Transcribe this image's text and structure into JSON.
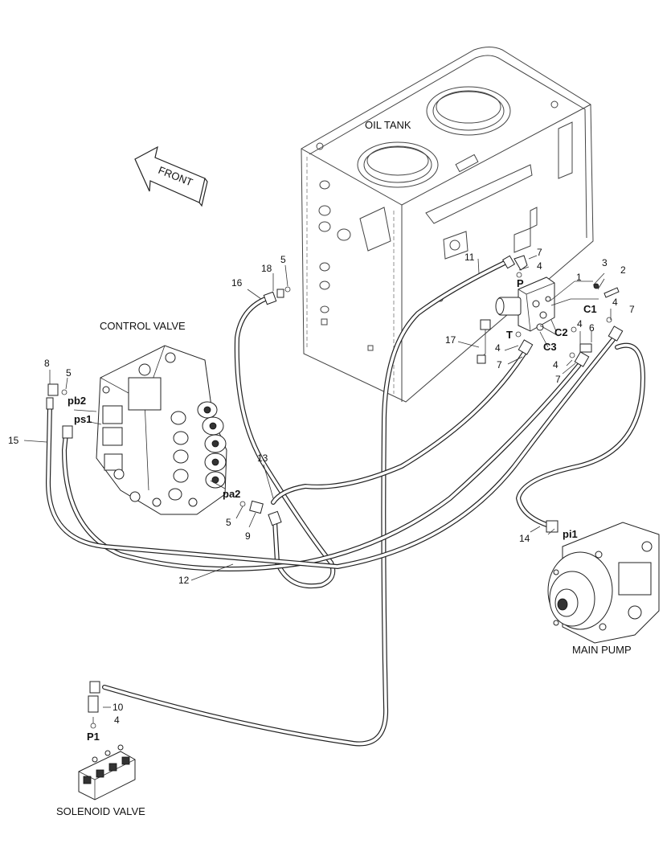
{
  "components": {
    "oil_tank": "OIL TANK",
    "control_valve": "CONTROL VALVE",
    "main_pump": "MAIN PUMP",
    "solenoid_valve": "SOLENOID VALVE",
    "front": "FRONT"
  },
  "parts": [
    "1",
    "2",
    "3",
    "4",
    "5",
    "6",
    "7",
    "8",
    "9",
    "10",
    "11",
    "12",
    "13",
    "14",
    "15",
    "16",
    "17",
    "18"
  ],
  "ports": {
    "P": "P",
    "T": "T",
    "C1": "C1",
    "C2": "C2",
    "C3": "C3",
    "pb2": "pb2",
    "ps1": "ps1",
    "pa2": "pa2",
    "pi1": "pi1",
    "P1": "P1"
  }
}
